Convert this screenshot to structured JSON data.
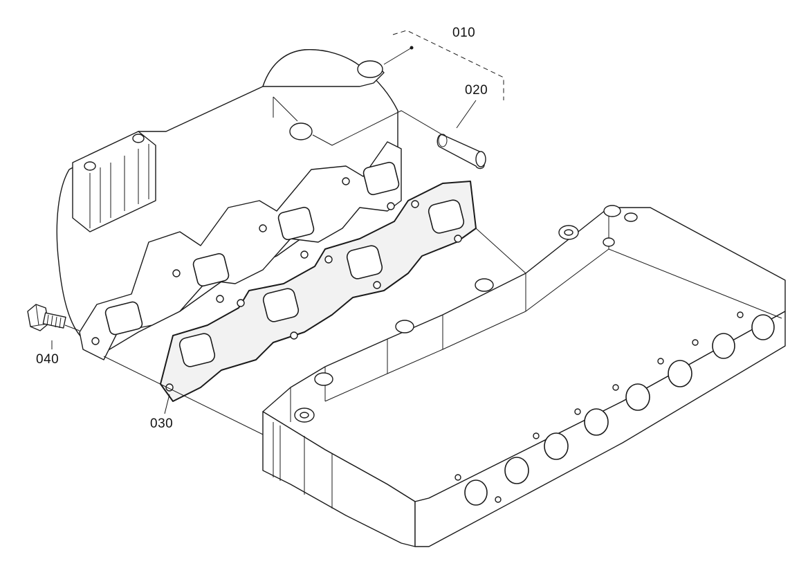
{
  "diagram": {
    "callouts": {
      "p010": "010",
      "p020": "020",
      "p030": "030",
      "p040": "040"
    }
  },
  "colors": {
    "line": "#1a1a1a",
    "background": "#ffffff"
  }
}
